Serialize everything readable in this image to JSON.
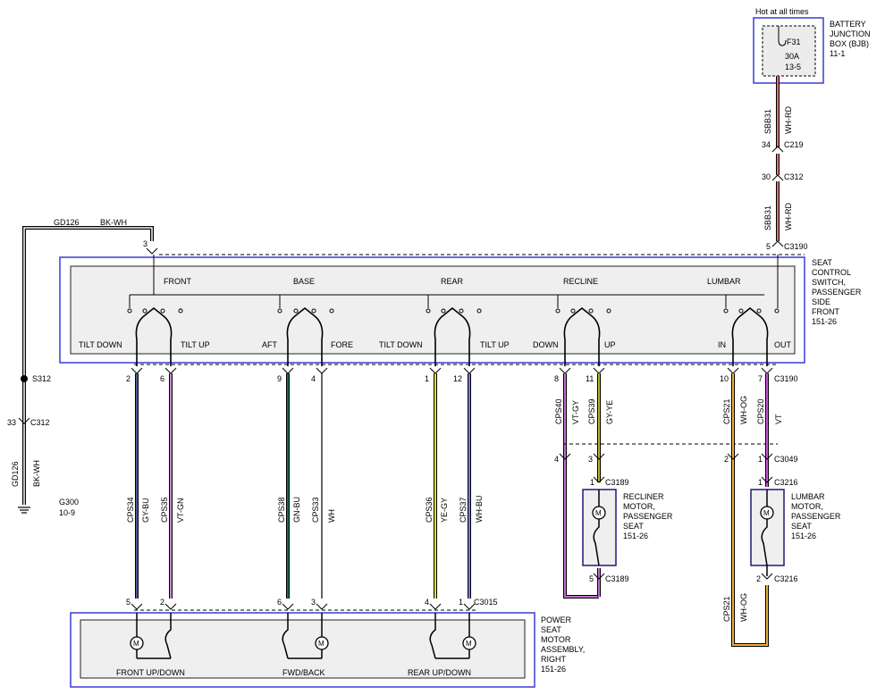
{
  "battery": {
    "hot": "Hot at all times",
    "fuse": "F31",
    "amps": "30A",
    "ref": "13-5",
    "name": [
      "BATTERY",
      "JUNCTION",
      "BOX (BJB)",
      "11-1"
    ]
  },
  "feed": {
    "circuit1": "SBB31",
    "color1": "WH-RD",
    "circuit2": "SBB31",
    "color2": "WH-RD",
    "pin_c219": "34",
    "c219": "C219",
    "pin_c312": "30",
    "c312": "C312",
    "pin_c3190": "5",
    "c3190": "C3190"
  },
  "ground": {
    "circuit": "GD126",
    "color": "BK-WH",
    "pin3": "3",
    "splice": "S312",
    "pin33": "33",
    "c312": "C312",
    "circuit_v": "GD126",
    "color_v": "BK-WH",
    "g300": "G300",
    "g300_ref": "10-9"
  },
  "switch": {
    "name": [
      "SEAT",
      "CONTROL",
      "SWITCH,",
      "PASSENGER",
      "SIDE",
      "FRONT",
      "151-26"
    ],
    "groups": [
      "FRONT",
      "BASE",
      "REAR",
      "RECLINE",
      "LUMBAR"
    ],
    "positions": [
      "TILT DOWN",
      "TILT UP",
      "AFT",
      "FORE",
      "TILT DOWN",
      "TILT UP",
      "DOWN",
      "UP",
      "IN",
      "OUT"
    ]
  },
  "wires_main": [
    {
      "pin_top": "2",
      "circuit": "CPS34",
      "color": "GY-BU",
      "pin_bot": "5"
    },
    {
      "pin_top": "6",
      "circuit": "CPS35",
      "color": "VT-GN",
      "pin_bot": "2"
    },
    {
      "pin_top": "9",
      "circuit": "CPS38",
      "color": "GN-BU",
      "pin_bot": "6"
    },
    {
      "pin_top": "4",
      "circuit": "CPS33",
      "color": "WH",
      "pin_bot": "3"
    },
    {
      "pin_top": "1",
      "circuit": "CPS36",
      "color": "YE-GY",
      "pin_bot": "4"
    },
    {
      "pin_top": "12",
      "circuit": "CPS37",
      "color": "WH-BU",
      "pin_bot": "1"
    }
  ],
  "c3015": "C3015",
  "recliner": {
    "pin_top_a": "8",
    "circuit_a": "CPS40",
    "color_a": "VT-GY",
    "pin_top_b": "11",
    "circuit_b": "CPS39",
    "color_b": "GY-YE",
    "pin_mid_a": "4",
    "pin_mid_b": "3",
    "pin_motor_top": "1",
    "c3189a": "C3189",
    "pin_motor_bot": "5",
    "c3189b": "C3189",
    "name": [
      "RECLINER",
      "MOTOR,",
      "PASSENGER",
      "SEAT",
      "151-26"
    ]
  },
  "lumbar": {
    "pin_top_a": "10",
    "circuit_a": "CPS21",
    "color_a": "WH-OG",
    "pin_top_b": "7",
    "circuit_b": "CPS20",
    "color_b": "VT",
    "c3190": "C3190",
    "pin_mid_a": "2",
    "pin_mid_b": "1",
    "c3049": "C3049",
    "pin_motor_top": "1",
    "c3216a": "C3216",
    "pin_motor_bot": "2",
    "c3216b": "C3216",
    "circuit_bot": "CPS21",
    "color_bot": "WH-OG",
    "name": [
      "LUMBAR",
      "MOTOR,",
      "PASSENGER",
      "SEAT",
      "151-26"
    ]
  },
  "seat_motor": {
    "labels": [
      "FRONT UP/DOWN",
      "FWD/BACK",
      "REAR UP/DOWN"
    ],
    "name": [
      "POWER",
      "SEAT",
      "MOTOR",
      "ASSEMBLY,",
      "RIGHT",
      "151-26"
    ]
  },
  "colors": {
    "wh_rd": "#e07070",
    "gy_bu": "#4a5a9a",
    "vt_gn": "#c88ad0",
    "gn_bu": "#1f6b4e",
    "ye_gy": "#e8e800",
    "wh_bu": "#7a7ae8",
    "vt_gy": "#c070d0",
    "gy_ye": "#b8b830",
    "wh_og": "#f0b040",
    "vt": "#cc55dd",
    "outline": "#3b3bd6"
  }
}
